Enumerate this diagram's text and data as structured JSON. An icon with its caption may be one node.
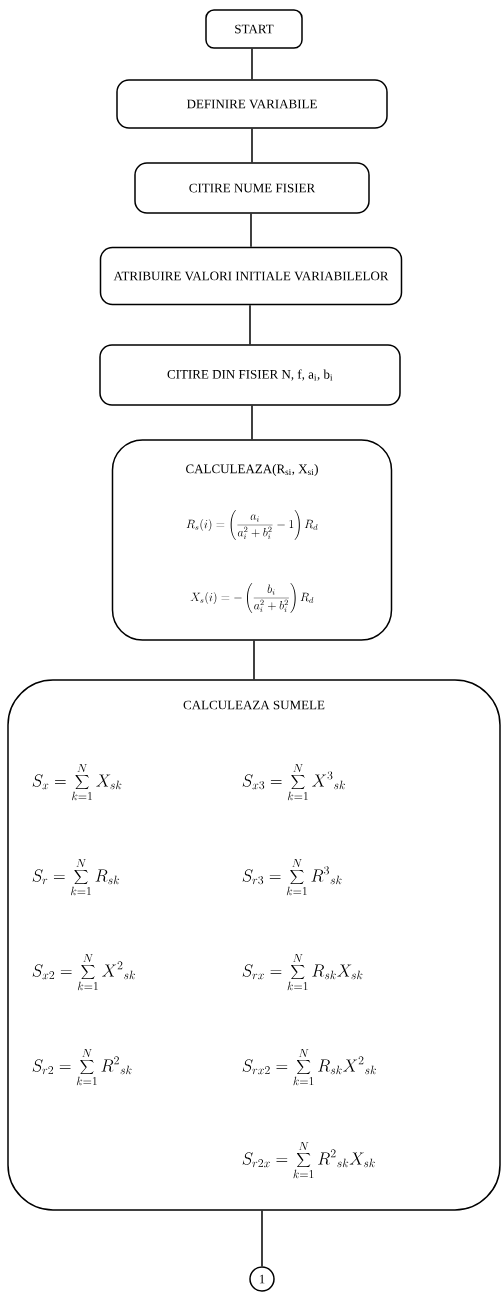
{
  "diagram": {
    "nodes": [
      {
        "text": [
          "START"
        ]
      },
      {
        "text": [
          "DEFINIRE VARIABILE"
        ]
      },
      {
        "text": [
          "CITIRE NUME FISIER"
        ]
      },
      {
        "text": [
          "ATRIBUIRE VALORI INITIALE VARIABILELOR"
        ]
      },
      {
        "text": [
          "CITIRE DIN FISIER N, f, a$_{i}$, b$_{i}$"
        ]
      },
      {
        "text": [
          "CALCULEAZA(R$_{si}$, X$_{si}$)",
          "R_{s}(i)=\\left(\\frac{a_{i}}{a_{i}^{2}+b_{i}^{2}}-1\\right)R_{d}",
          "X_{s}(i)=-\\left(\\frac{b_{i}}{a_{i}^{2}+b_{i}^{2}}\\right)R_{d}"
        ]
      },
      {
        "text": [
          "CALCULEAZA SUMELE",
          "S_{x}=\\sum_{k=1}^{N}X_{sk}",
          "S_{x3}=\\sum_{k=1}^{N}X^{3}{}_{sk}",
          "S_{r}=\\sum_{k=1}^{N}R_{sk}",
          "S_{r3}=\\sum_{k=1}^{N}R^{3}{}_{sk}",
          "S_{x2}=\\sum_{k=1}^{N}X^{2}{}_{sk}",
          "S_{rx}=\\sum_{k=1}^{N}R_{sk}X_{sk}",
          "S_{r2}=\\sum_{k=1}^{N}R^{2}{}_{sk}",
          "S_{rx2}=\\sum_{k=1}^{N}R_{sk}X^{2}{}_{sk}",
          "S_{r2x}=\\sum_{k=1}^{N}R^{2}{}_{sk}X_{sk}"
        ]
      },
      {
        "text": [
          "1"
        ]
      }
    ],
    "edges": [
      {
        "from": 0,
        "to": 1,
        "arrow": "none"
      },
      {
        "from": 1,
        "to": 2,
        "arrow": "none"
      },
      {
        "from": 2,
        "to": 3,
        "arrow": "none"
      },
      {
        "from": 3,
        "to": 4,
        "arrow": "none"
      },
      {
        "from": 4,
        "to": 5,
        "arrow": "none"
      },
      {
        "from": 5,
        "to": 6,
        "arrow": "none"
      },
      {
        "from": 6,
        "to": 7,
        "arrow": "none"
      }
    ]
  }
}
